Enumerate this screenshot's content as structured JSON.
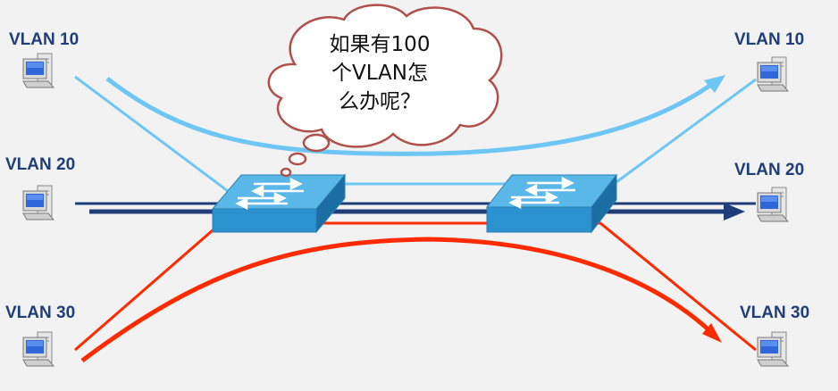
{
  "labels": {
    "left_top": "VLAN 10",
    "left_mid": "VLAN 20",
    "left_bot": "VLAN 30",
    "right_top": "VLAN 10",
    "right_mid": "VLAN 20",
    "right_bot": "VLAN 30"
  },
  "bubble": {
    "line1": "如果有100",
    "line2": "个VLAN怎",
    "line3": "么办呢？"
  },
  "colors": {
    "vlan10": "#6ec6f5",
    "vlan20": "#1f3e79",
    "vlan30": "#ff2a00",
    "switch_top": "#5ab8e8",
    "switch_front": "#2a93cf",
    "switch_side": "#1a6ea3",
    "label_text": "#1f3e79",
    "bubble_stroke": "#b0504a"
  },
  "icons": [
    "pc-icon",
    "switch-icon",
    "thought-bubble",
    "arrow-icon"
  ]
}
